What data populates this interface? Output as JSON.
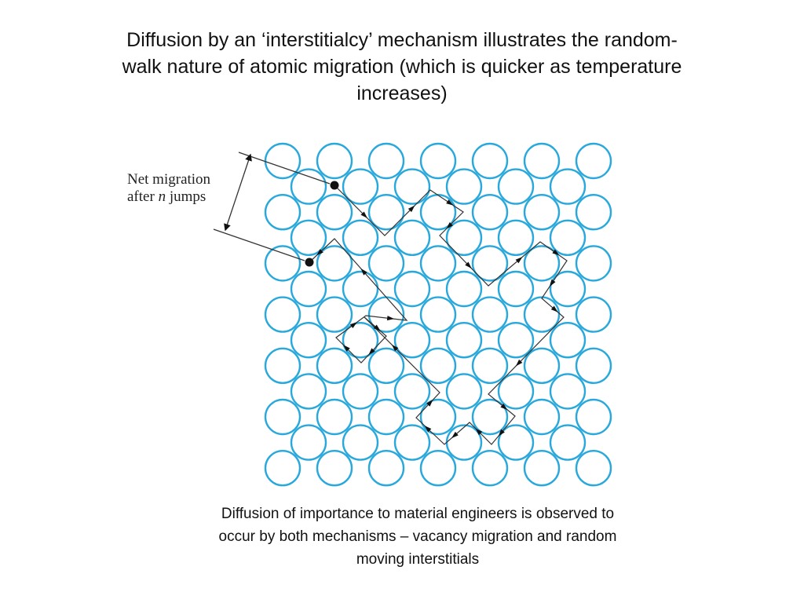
{
  "slide": {
    "title_lines": [
      "Diffusion by an ‘interstitialcy’ mechanism illustrates the random-",
      "walk nature of atomic migration (which is quicker as temperature",
      "increases)"
    ],
    "net_label": {
      "line1": "Net migration",
      "line2_prefix": "after ",
      "line2_var": "n",
      "line2_suffix": " jumps"
    },
    "caption_lines": [
      "Diffusion of importance to material engineers is observed to",
      "occur by both mechanisms – vacancy migration and random",
      "moving interstitials"
    ]
  },
  "colors": {
    "atom_stroke": "#29a8dc",
    "path_line": "#333333",
    "marker": "#111111"
  },
  "lattice": {
    "row_types": "alternating rows of 7 and 6 atoms, offset by half a spacing",
    "rows": 13
  }
}
